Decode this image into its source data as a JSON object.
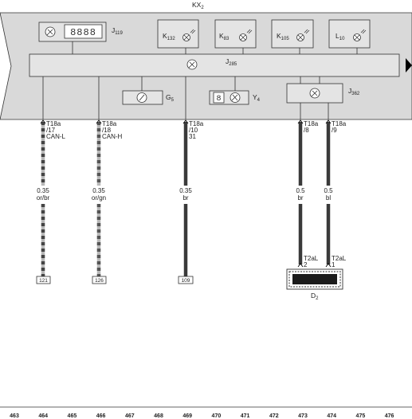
{
  "header": {
    "title_main": "KX",
    "title_sub": "2"
  },
  "components": [
    {
      "id": "J119",
      "main": "J",
      "sub": "119",
      "display_digits": "8888",
      "icon": "gauge-icon"
    },
    {
      "id": "K132",
      "main": "K",
      "sub": "132",
      "icon": "warning-lamp-icon"
    },
    {
      "id": "K83",
      "main": "K",
      "sub": "83",
      "icon": "warning-lamp-icon"
    },
    {
      "id": "K105",
      "main": "K",
      "sub": "105",
      "icon": "warning-lamp-icon"
    },
    {
      "id": "L10",
      "main": "L",
      "sub": "10",
      "icon": "warning-lamp-icon"
    },
    {
      "id": "J285",
      "main": "J",
      "sub": "285",
      "icon": "control-unit-icon"
    },
    {
      "id": "G5",
      "main": "G",
      "sub": "5",
      "icon": "gauge-icon"
    },
    {
      "id": "Y4",
      "main": "Y",
      "sub": "4",
      "display_digits": "8",
      "icon": "clock-icon"
    },
    {
      "id": "J362",
      "main": "J",
      "sub": "362",
      "icon": "control-unit-icon"
    }
  ],
  "wires": [
    {
      "connector": "T18a",
      "pin": "/17",
      "signal": "CAN-L",
      "size": "0.35",
      "color": "or/br",
      "ref": "121"
    },
    {
      "connector": "T18a",
      "pin": "/18",
      "signal": "CAN-H",
      "size": "0.35",
      "color": "or/gn",
      "ref": "126"
    },
    {
      "connector": "T18a",
      "pin": "/10",
      "signal": "31",
      "size": "0.35",
      "color": "br",
      "ref": "109"
    },
    {
      "connector": "T18a",
      "pin": "/8",
      "signal": "",
      "size": "0.5",
      "color": "br",
      "ref": ""
    },
    {
      "connector": "T18a",
      "pin": "/9",
      "signal": "",
      "size": "0.5",
      "color": "bl",
      "ref": ""
    }
  ],
  "d2": {
    "main": "D",
    "sub": "2",
    "pins": [
      {
        "connector": "T2aL",
        "pin": "2"
      },
      {
        "connector": "T2aL",
        "pin": "1"
      }
    ]
  },
  "grid_numbers": [
    "463",
    "464",
    "465",
    "466",
    "467",
    "468",
    "469",
    "470",
    "471",
    "472",
    "473",
    "474",
    "475",
    "476"
  ],
  "colors": {
    "panel": "#d9d9d9",
    "panel_dark": "#c4c4c4",
    "wire_dark": "#3a3a3a",
    "wire_light": "#b8b8b8",
    "ink": "#222222"
  }
}
